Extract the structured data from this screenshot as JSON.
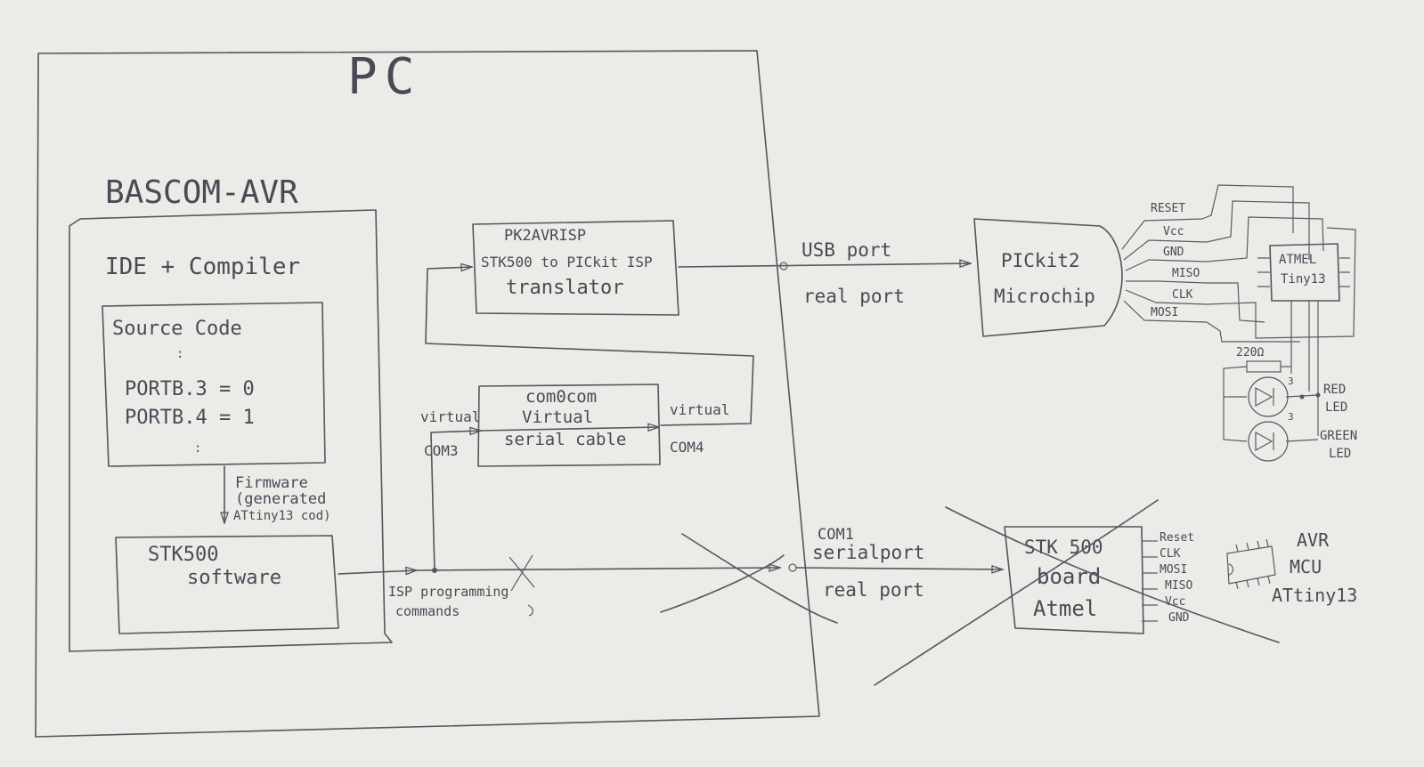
{
  "pc_label": "PC",
  "bascom_label": "BASCOM-AVR",
  "ide_label": "IDE + Compiler",
  "source_code": {
    "title": "Source Code",
    "line1": "PORTB.3 = 0",
    "line2": "PORTB.4 = 1"
  },
  "firmware_note": [
    "Firmware",
    "(generated",
    "ATtiny13 cod)"
  ],
  "stk500_software": [
    "STK500",
    "software"
  ],
  "isp_commands": [
    "ISP programming",
    "commands"
  ],
  "pk2avrisp": [
    "PK2AVRISP",
    "STK500 to PICkit ISP",
    "translator"
  ],
  "com0com": [
    "com0com",
    "Virtual",
    "serial cable"
  ],
  "virtual_left": "virtual",
  "virtual_right": "virtual",
  "com3": "COM3",
  "com4": "COM4",
  "usb_port": "USB port",
  "usb_real_port": "real port",
  "com1": [
    "COM1",
    "serialport"
  ],
  "com1_real_port": "real port",
  "pickit2": [
    "PICkit2",
    "Microchip"
  ],
  "pickit_pins": [
    "RESET",
    "Vcc",
    "GND",
    "MISO",
    "CLK",
    "MOSI"
  ],
  "atmel_chip": [
    "ATMEL",
    "Tiny13"
  ],
  "resistor_label": "220Ω",
  "pin_numbers": [
    "3",
    "3"
  ],
  "red_led": [
    "RED",
    "LED"
  ],
  "green_led": [
    "GREEN",
    "LED"
  ],
  "stk500_board": [
    "STK 500",
    "board",
    "Atmel"
  ],
  "stk500_pins": [
    "Reset",
    "CLK",
    "MOSI",
    "MISO",
    "Vcc",
    "GND"
  ],
  "avr_mcu": [
    "AVR",
    "MCU",
    "ATtiny13"
  ]
}
